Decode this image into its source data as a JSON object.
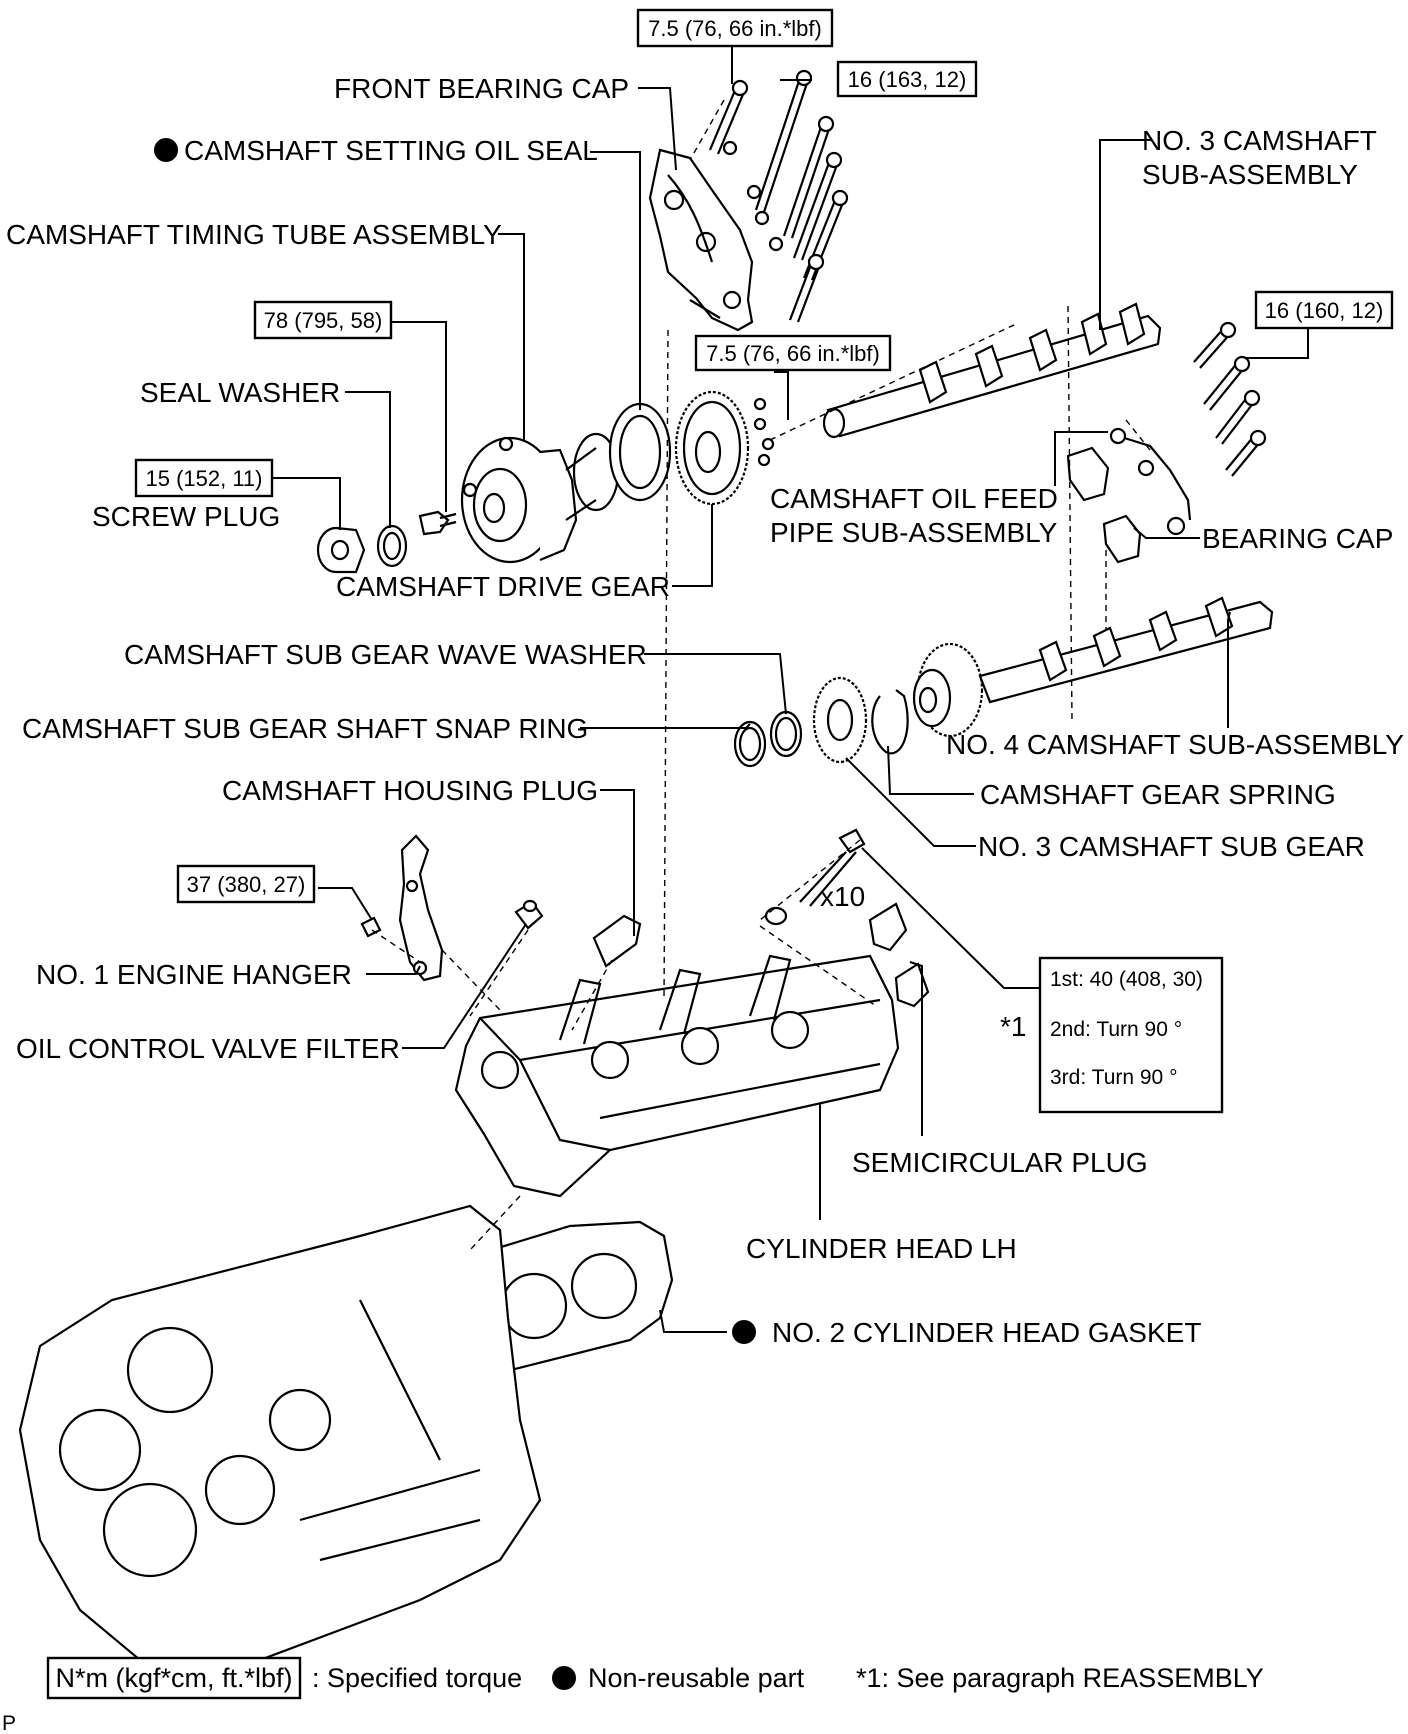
{
  "labels": {
    "front_bearing_cap": "FRONT BEARING CAP",
    "camshaft_setting_oil_seal": "CAMSHAFT SETTING OIL SEAL",
    "camshaft_timing_tube_assembly": "CAMSHAFT TIMING TUBE ASSEMBLY",
    "seal_washer": "SEAL WASHER",
    "screw_plug": "SCREW PLUG",
    "camshaft_drive_gear": "CAMSHAFT DRIVE GEAR",
    "no3_camshaft_line1": "NO. 3 CAMSHAFT",
    "no3_camshaft_line2": "SUB-ASSEMBLY",
    "oil_feed_pipe_line1": "CAMSHAFT OIL FEED",
    "oil_feed_pipe_line2": "PIPE SUB-ASSEMBLY",
    "bearing_cap": "BEARING CAP",
    "sub_gear_wave_washer": "CAMSHAFT SUB GEAR WAVE WASHER",
    "sub_gear_snap_ring": "CAMSHAFT SUB GEAR SHAFT SNAP RING",
    "no4_camshaft": "NO. 4 CAMSHAFT SUB-ASSEMBLY",
    "camshaft_gear_spring": "CAMSHAFT GEAR SPRING",
    "camshaft_housing_plug": "CAMSHAFT HOUSING PLUG",
    "no3_sub_gear": "NO. 3 CAMSHAFT SUB GEAR",
    "bolt_count": "x10",
    "no1_engine_hanger": "NO. 1 ENGINE HANGER",
    "oil_control_valve_filter": "OIL CONTROL VALVE FILTER",
    "ref_star1": "*1",
    "semicircular_plug": "SEMICIRCULAR PLUG",
    "cylinder_head_lh": "CYLINDER HEAD LH",
    "no2_cylinder_head_gasket": "NO. 2 CYLINDER HEAD GASKET"
  },
  "torques": {
    "front_cap_small_bolt": "7.5 (76, 66 in.*lbf)",
    "front_cap_bolt": "16 (163, 12)",
    "timing_tube_bolt": "78 (795, 58)",
    "drive_gear_bolt": "7.5 (76, 66 in.*lbf)",
    "bearing_cap_bolt": "16 (160, 12)",
    "screw_plug": "15 (152, 11)",
    "engine_hanger_bolt": "37 (380, 27)",
    "head_bolt_step1": "1st: 40 (408, 30)",
    "head_bolt_step2": "2nd:  Turn 90 °",
    "head_bolt_step3": "3rd:  Turn 90 °"
  },
  "legend": {
    "unit": "N*m (kgf*cm, ft.*lbf)",
    "unit_desc": ": Specified torque",
    "nonreusable": "Non-reusable part",
    "reassembly_note": "*1: See paragraph REASSEMBLY",
    "corner_mark": "P"
  }
}
